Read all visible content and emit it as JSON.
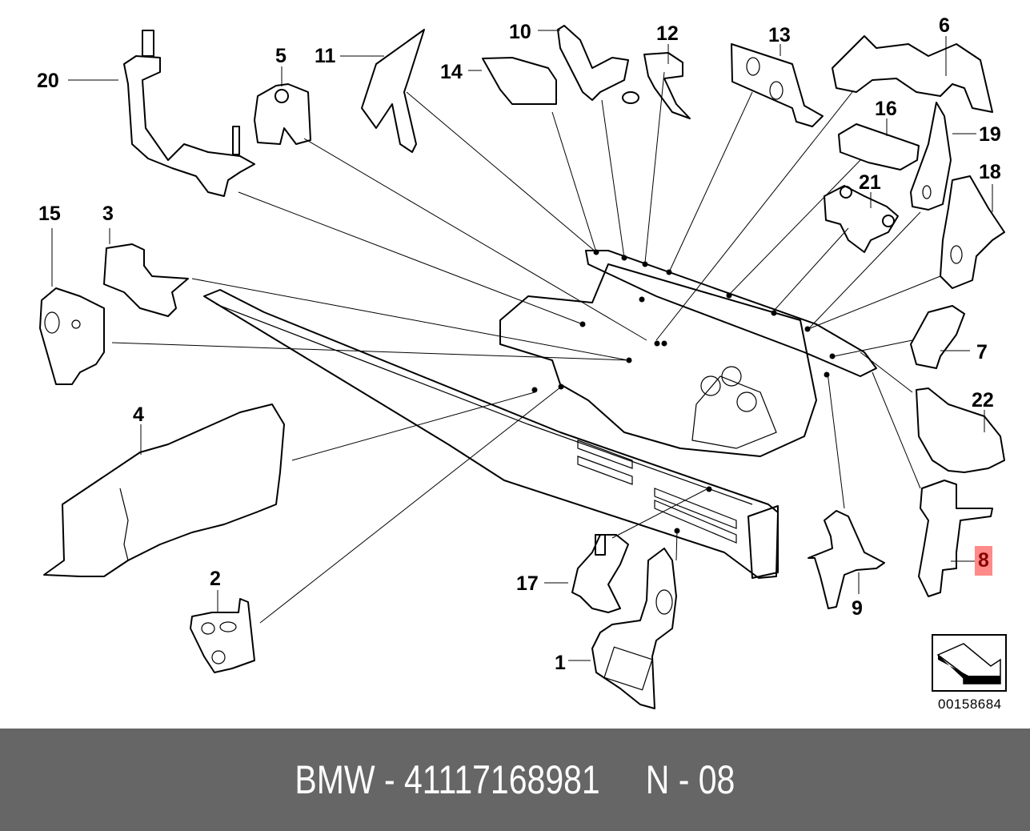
{
  "diagram": {
    "title": "Front body structure / wheelhouse parts",
    "catalog_reference": "00158684",
    "highlighted_callout": "8",
    "highlight_color": "#ff8a8a",
    "callouts": [
      {
        "id": "1",
        "label": "1"
      },
      {
        "id": "2",
        "label": "2"
      },
      {
        "id": "3",
        "label": "3"
      },
      {
        "id": "4",
        "label": "4"
      },
      {
        "id": "5",
        "label": "5"
      },
      {
        "id": "6",
        "label": "6"
      },
      {
        "id": "7",
        "label": "7"
      },
      {
        "id": "8",
        "label": "8"
      },
      {
        "id": "9",
        "label": "9"
      },
      {
        "id": "10",
        "label": "10"
      },
      {
        "id": "11",
        "label": "11"
      },
      {
        "id": "12",
        "label": "12"
      },
      {
        "id": "13",
        "label": "13"
      },
      {
        "id": "14",
        "label": "14"
      },
      {
        "id": "15",
        "label": "15"
      },
      {
        "id": "16",
        "label": "16"
      },
      {
        "id": "17",
        "label": "17"
      },
      {
        "id": "18",
        "label": "18"
      },
      {
        "id": "19",
        "label": "19"
      },
      {
        "id": "20",
        "label": "20"
      },
      {
        "id": "21",
        "label": "21"
      },
      {
        "id": "22",
        "label": "22"
      }
    ],
    "orientation_icon": "direction-arrow-icon"
  },
  "caption": {
    "brand": "BMW",
    "part_number": "41117168981",
    "position": "N - 08",
    "text": "BMW - 41117168981     N - 08",
    "background_color": "#666666"
  }
}
